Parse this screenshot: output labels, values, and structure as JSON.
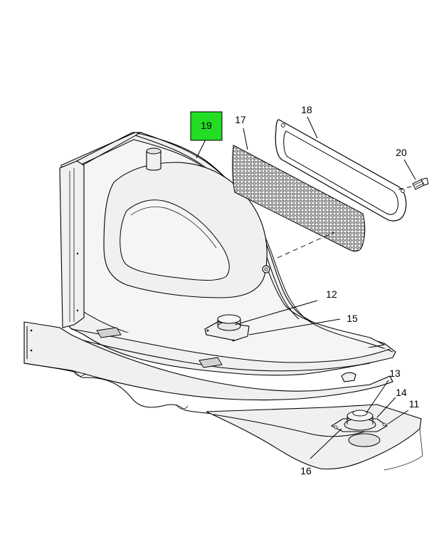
{
  "callouts": {
    "c11": "11",
    "c12": "12",
    "c13": "13",
    "c14": "14",
    "c15": "15",
    "c16": "16",
    "c17": "17",
    "c18": "18",
    "c19": "19",
    "c20": "20"
  },
  "colors": {
    "highlight": "#22dd22",
    "line": "#000000",
    "background": "#ffffff",
    "panel_fill": "#f0f0f0",
    "shadow_fill": "#d2d2d2"
  }
}
